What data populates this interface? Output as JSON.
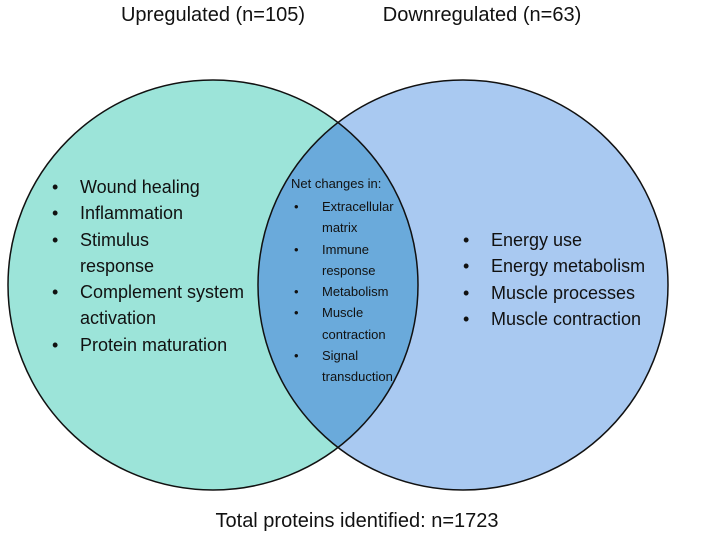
{
  "colors": {
    "upregulated": "#9ce4d9",
    "downregulated": "#a9c9f1",
    "overlap": "#6aaadb",
    "outline": "#111111"
  },
  "upregulated": {
    "title": "Upregulated (n=105)",
    "items": [
      "Wound healing",
      "Inflammation",
      "Stimulus response",
      "Complement system activation",
      "Protein maturation"
    ]
  },
  "downregulated": {
    "title": "Downregulated (n=63)",
    "items": [
      "Energy use",
      "Energy metabolism",
      "Muscle processes",
      "Muscle contraction"
    ]
  },
  "overlap": {
    "heading": "Net changes in:",
    "items": [
      "Extracellular matrix",
      "Immune response",
      "Metabolism",
      "Muscle contraction",
      "Signal transduction"
    ]
  },
  "footer": "Total proteins identified: n=1723"
}
